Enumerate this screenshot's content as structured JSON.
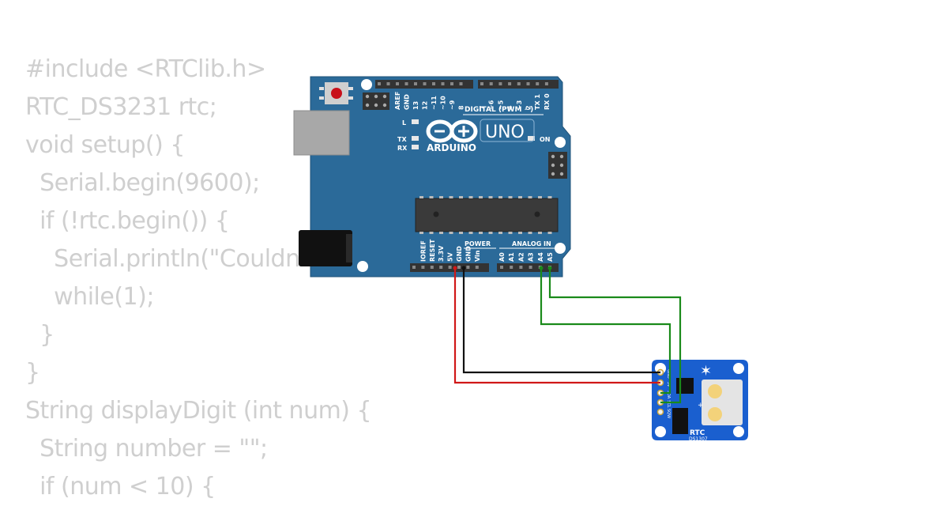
{
  "code": {
    "lines": [
      "#include <RTClib.h>",
      "RTC_DS3231 rtc;",
      "void setup() {",
      "  Serial.begin(9600);",
      "  if (!rtc.begin()) {",
      "    Serial.println(\"Couldn't find RTC\");",
      "    while(1);",
      "  }",
      "}",
      "String displayDigit (int num) {",
      "  String number = \"\";",
      "  if (num < 10) {"
    ]
  },
  "arduino": {
    "brand": "ARDUINO",
    "model": "UNO",
    "digital_header": "DIGITAL (PWM ~)",
    "led_l": "L",
    "led_tx": "TX",
    "led_rx": "RX",
    "led_on": "ON",
    "power_header": "POWER",
    "analog_header": "ANALOG IN",
    "digital_pins": [
      "AREF",
      "GND",
      "13",
      "12",
      "~11",
      "~10",
      "~9",
      "8",
      "7",
      "~6",
      "~5",
      "4",
      "~3",
      "2",
      "TX 1",
      "RX 0"
    ],
    "power_pins": [
      "IOREF",
      "RESET",
      "3.3V",
      "5V",
      "GND",
      "GND",
      "Vin"
    ],
    "analog_pins": [
      "A0",
      "A1",
      "A2",
      "A3",
      "A4",
      "A5"
    ],
    "color": "#2b6a99"
  },
  "rtc_module": {
    "label": "RTC",
    "chip": "DS1307",
    "pins": [
      "GND",
      "5V",
      "SDA",
      "SCL",
      "SQW"
    ],
    "color": "#1a5fcf"
  },
  "wires": [
    {
      "from": "5V",
      "to": "RTC 5V",
      "color": "#d01818"
    },
    {
      "from": "GND",
      "to": "RTC GND",
      "color": "#111111"
    },
    {
      "from": "A4",
      "to": "RTC SDA",
      "color": "#1a8a1a"
    },
    {
      "from": "A5",
      "to": "RTC SCL",
      "color": "#1a8a1a"
    }
  ]
}
